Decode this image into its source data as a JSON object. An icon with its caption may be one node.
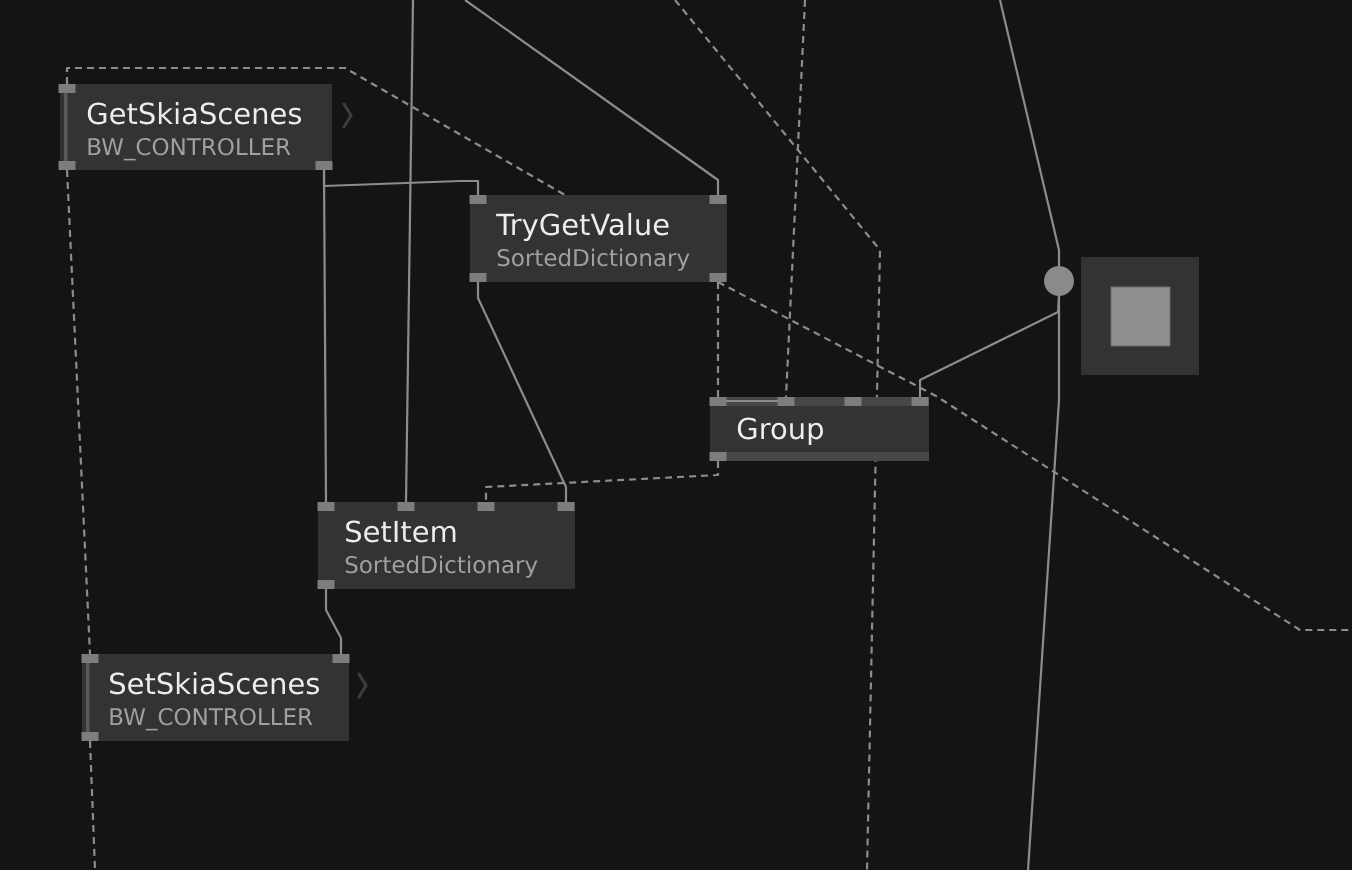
{
  "diagram": {
    "nodes": [
      {
        "text": [
          "GetSkiaScenes",
          "BW_CONTROLLER"
        ]
      },
      {
        "text": [
          "TryGetValue",
          "SortedDictionary"
        ]
      },
      {
        "text": [],
        "shape": "circle"
      },
      {
        "text": [],
        "shape": "box"
      },
      {
        "text": [
          "Group"
        ]
      },
      {
        "text": [
          "SetItem",
          "SortedDictionary"
        ]
      },
      {
        "text": [
          "SetSkiaScenes",
          "BW_CONTROLLER"
        ]
      }
    ],
    "edges": [
      {
        "from": 0,
        "to": 1,
        "arrow": "none",
        "style": "dashed"
      },
      {
        "from": 0,
        "to": 6,
        "arrow": "none",
        "style": "dashed"
      },
      {
        "from": 6,
        "to": null,
        "arrow": "none",
        "style": "dashed"
      },
      {
        "from": 0,
        "to": 5,
        "arrow": "none"
      },
      {
        "from": 0,
        "to": 1,
        "arrow": "none"
      },
      {
        "from": null,
        "to": 5,
        "arrow": "none"
      },
      {
        "from": null,
        "to": 1,
        "arrow": "none"
      },
      {
        "from": null,
        "to": 4,
        "arrow": "none",
        "style": "dashed"
      },
      {
        "from": 1,
        "to": 4,
        "arrow": "none",
        "style": "dashed"
      },
      {
        "from": 1,
        "to": null,
        "arrow": "none",
        "style": "dashed"
      },
      {
        "from": 1,
        "to": 5,
        "arrow": "none"
      },
      {
        "from": 4,
        "to": 5,
        "arrow": "none",
        "style": "dashed"
      },
      {
        "from": 4,
        "to": 2,
        "arrow": "none"
      },
      {
        "from": 5,
        "to": 6,
        "arrow": "none"
      },
      {
        "from": null,
        "to": 2,
        "arrow": "none"
      },
      {
        "from": 2,
        "to": null,
        "arrow": "none"
      }
    ]
  }
}
